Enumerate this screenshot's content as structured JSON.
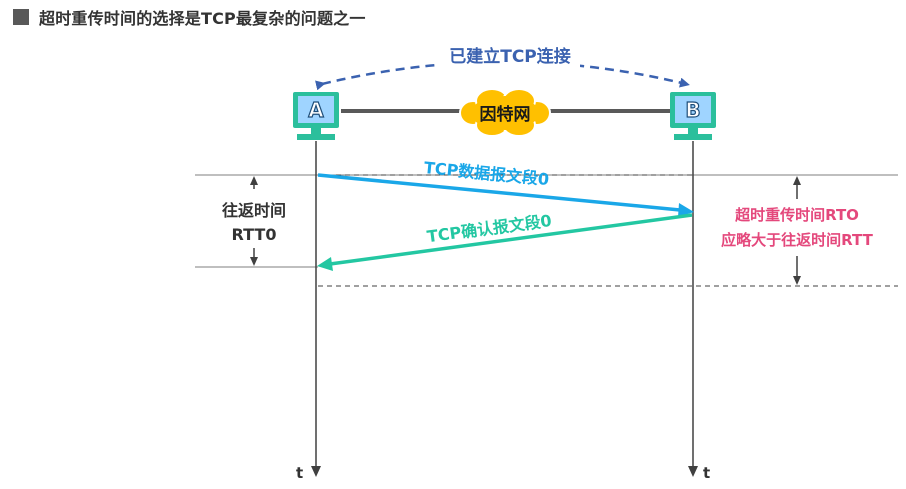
{
  "title": "超时重传时间的选择是TCP最复杂的问题之一",
  "connection_label": "已建立TCP连接",
  "internet_label": "因特网",
  "host_a": {
    "label": "A"
  },
  "host_b": {
    "label": "B"
  },
  "data_segment_label": "TCP数据报文段0",
  "ack_segment_label": "TCP确认报文段0",
  "rtt": {
    "line1": "往返时间",
    "line2": "RTT0"
  },
  "rto": {
    "line1": "超时重传时间RTO",
    "line2": "应略大于往返时间RTT"
  },
  "time_axis_a": "t",
  "time_axis_b": "t",
  "colors": {
    "host_frame": "#2bbf9c",
    "host_screen": "#80c8ff",
    "host_letter": "#1f4e79",
    "data_arrow": "#1aa7e8",
    "ack_arrow": "#23c7a2",
    "connection_arrow": "#3b62b0",
    "rto_text": "#e4487c",
    "cloud_fill": "#ffc000"
  }
}
